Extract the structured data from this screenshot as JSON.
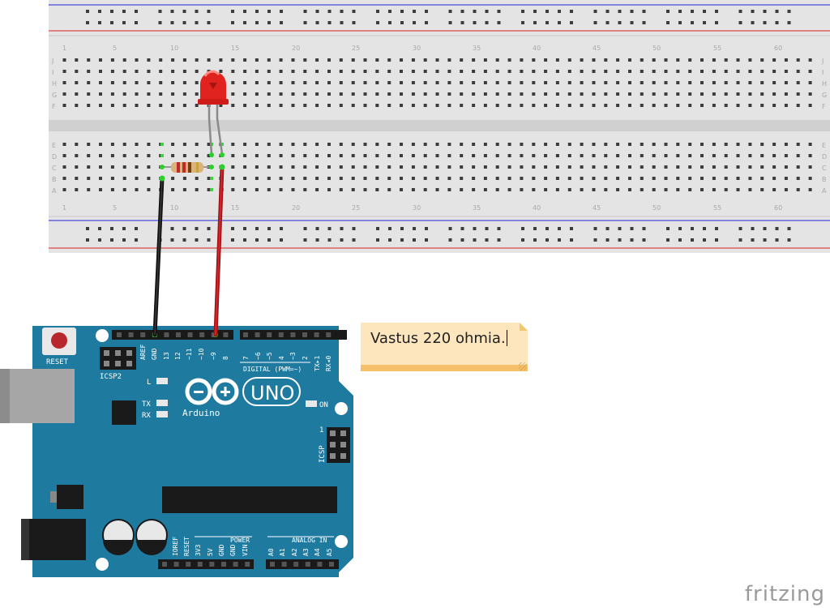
{
  "breadboard": {
    "column_numbers": [
      "1",
      "5",
      "10",
      "15",
      "20",
      "25",
      "30",
      "35",
      "40",
      "45",
      "50",
      "55",
      "60"
    ],
    "top_row_letters": [
      "J",
      "I",
      "H",
      "G",
      "F"
    ],
    "bottom_row_letters": [
      "E",
      "D",
      "C",
      "B",
      "A"
    ]
  },
  "arduino": {
    "reset_label": "RESET",
    "icsp2_label": "ICSP2",
    "icsp_label": "ICSP",
    "icsp_pin_label": "1",
    "l_label": "L",
    "tx_label": "TX",
    "rx_label": "RX",
    "on_label": "ON",
    "logo_text": "Arduino",
    "model_label": "UNO",
    "digital_label": "DIGITAL (PWM=~)",
    "power_label": "POWER",
    "analog_label": "ANALOG IN",
    "header_pins_left": [
      "AREF",
      "GND",
      "13",
      "12",
      "~11",
      "~10",
      "~9",
      "8"
    ],
    "header_pins_right": [
      "7",
      "~6",
      "~5",
      "4",
      "~3",
      "2",
      "TX▸1",
      "RX◂0"
    ],
    "power_pins": [
      "IOREF",
      "RESET",
      "3V3",
      "5V",
      "GND",
      "GND",
      "VIN"
    ],
    "analog_pins": [
      "A0",
      "A1",
      "A2",
      "A3",
      "A4",
      "A5"
    ]
  },
  "note": {
    "text": "Vastus 220 ohmia."
  },
  "brand": {
    "text": "fritzing"
  },
  "colors": {
    "board_blue": "#1f7aa0",
    "breadboard": "#e6e6e6",
    "wire_black": "#1b1b1b",
    "wire_red": "#c8191b",
    "led_red": "#e0231f",
    "note_bg": "#fde6bd",
    "note_border": "#f6c06b"
  }
}
